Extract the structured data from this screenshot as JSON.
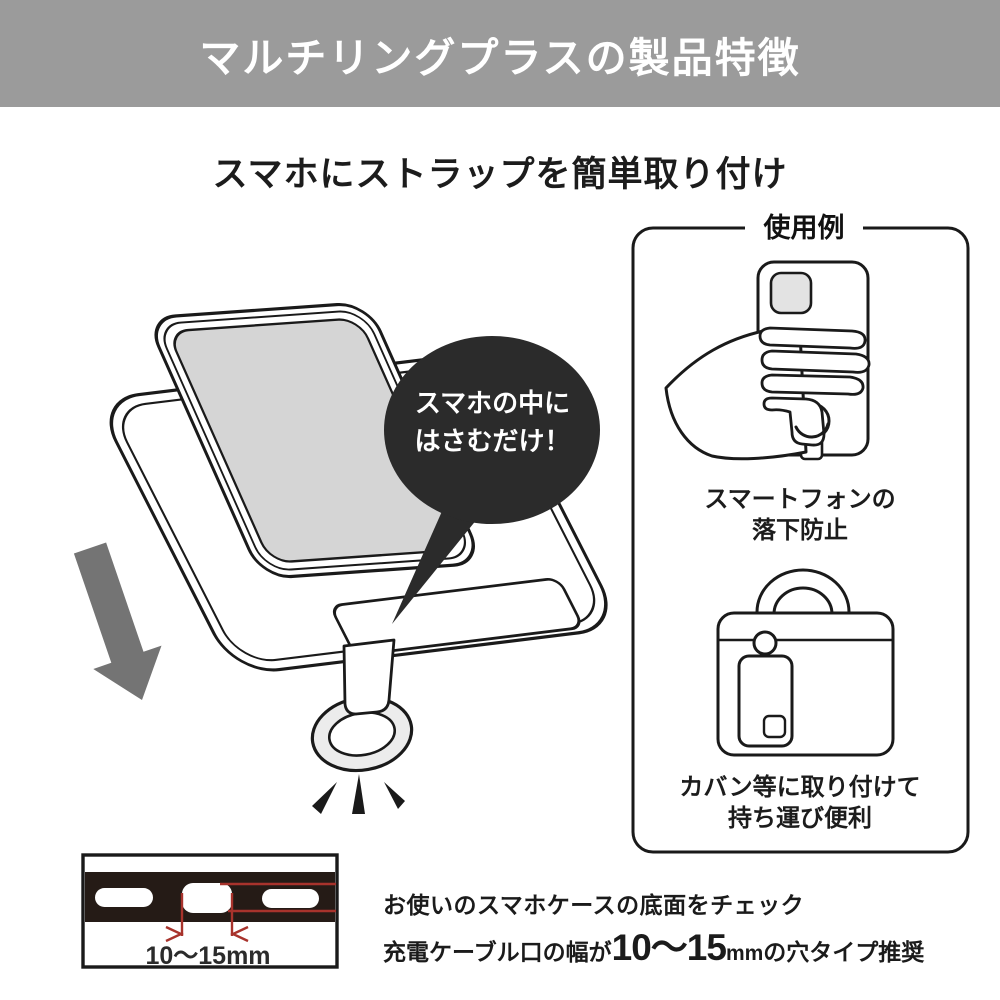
{
  "header": {
    "title": "マルチリングプラスの製品特徴"
  },
  "section": {
    "title": "スマホにストラップを簡単取り付け"
  },
  "main_illustration": {
    "speech_bubble": {
      "line1": "スマホの中に",
      "line2": "はさむだけ！"
    }
  },
  "usage_box": {
    "label": "使用例",
    "items": [
      {
        "caption_line1": "スマートフォンの",
        "caption_line2": "落下防止",
        "illustration": "hand-holding-phone-with-ring"
      },
      {
        "caption_line1": "カバン等に取り付けて",
        "caption_line2": "持ち運び便利",
        "illustration": "bag-with-strap-tag"
      }
    ]
  },
  "size_guide": {
    "dimension_label": "10〜15mm",
    "note_line1": "お使いのスマホケースの底面をチェック",
    "note_line2_prefix": "充電ケーブル口の幅が",
    "note_line2_size": "10〜15",
    "note_line2_unit": "mm",
    "note_line2_suffix": "の穴タイプ推奨"
  },
  "colors": {
    "header_bg": "#9b9b9b",
    "bubble": "#2b2b2b",
    "screen": "#d5d5d5",
    "camera": "#e3e3e3",
    "arrow": "#747474",
    "outline": "#1a1a1a",
    "ring_fill": "#ececec",
    "diagram_band": "#251b16",
    "measure_red": "#a8332c",
    "text": "#1e1e1e"
  }
}
